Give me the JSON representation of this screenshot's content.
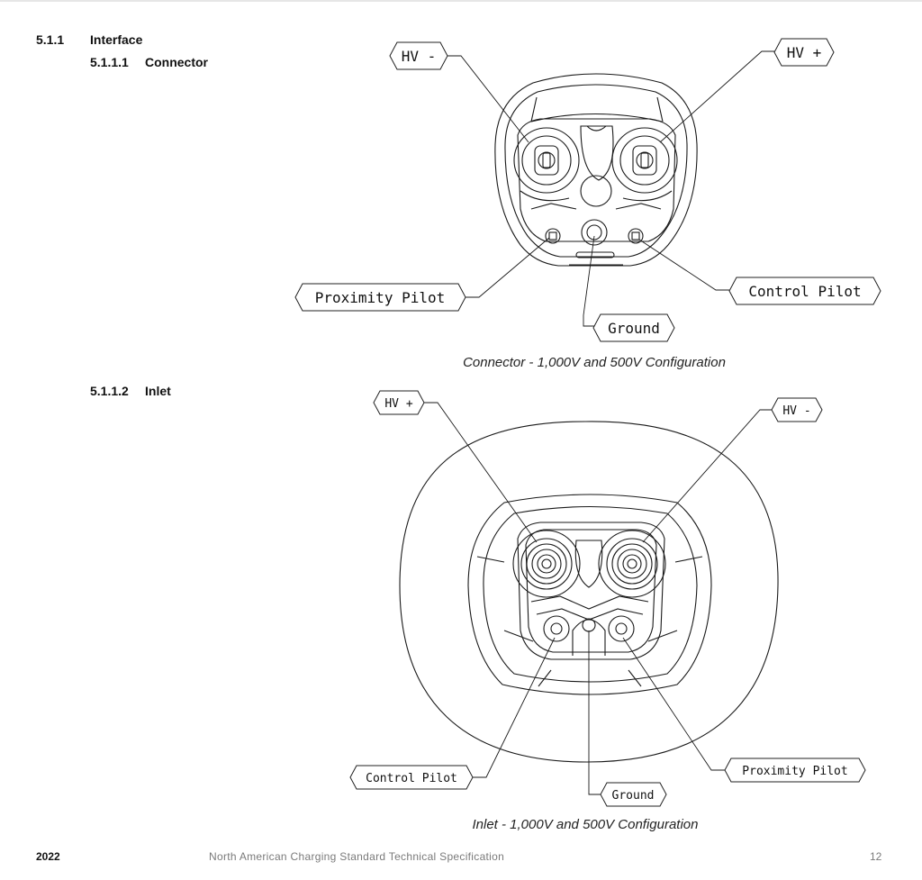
{
  "headings": {
    "section": {
      "number": "5.1.1",
      "title": "Interface"
    },
    "connector": {
      "number": "5.1.1.1",
      "title": "Connector"
    },
    "inlet": {
      "number": "5.1.1.2",
      "title": "Inlet"
    }
  },
  "connector_figure": {
    "labels": {
      "hv_minus": "HV -",
      "hv_plus": "HV +",
      "proximity_pilot": "Proximity Pilot",
      "control_pilot": "Control Pilot",
      "ground": "Ground"
    },
    "caption": "Connector - 1,000V and 500V Configuration"
  },
  "inlet_figure": {
    "labels": {
      "hv_plus": "HV +",
      "hv_minus": "HV -",
      "control_pilot": "Control Pilot",
      "proximity_pilot": "Proximity Pilot",
      "ground": "Ground"
    },
    "caption": "Inlet - 1,000V and 500V Configuration"
  },
  "footer": {
    "year": "2022",
    "title": "North American Charging Standard Technical Specification",
    "page": "12"
  }
}
